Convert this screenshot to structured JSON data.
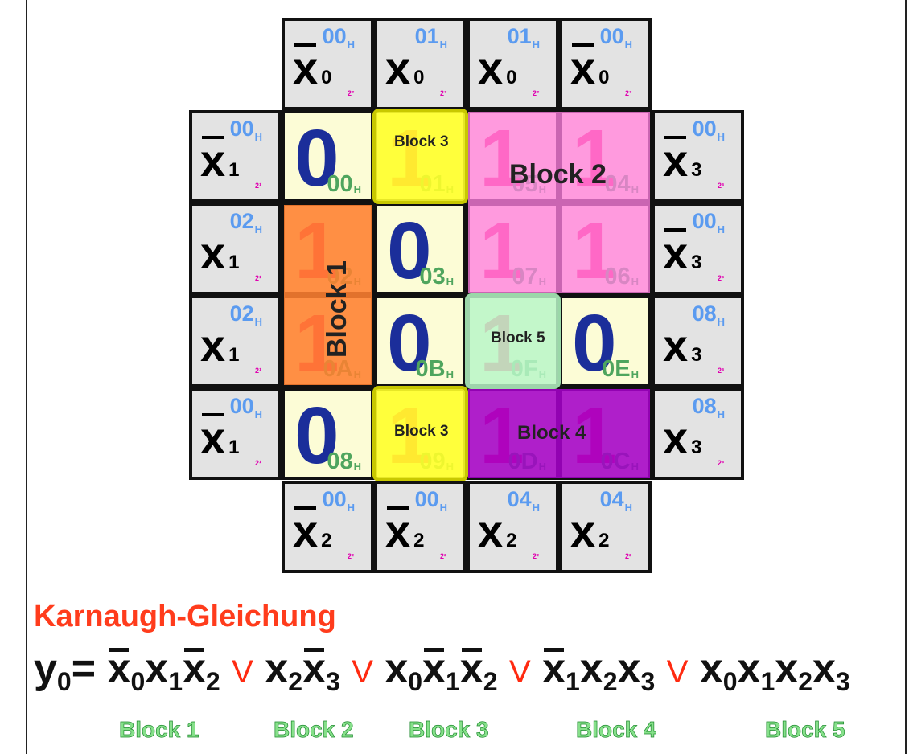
{
  "top_labels": [
    {
      "var": "x",
      "sub": "0",
      "bar": true,
      "idx": "00",
      "h": "H",
      "pw": "2°"
    },
    {
      "var": "x",
      "sub": "0",
      "bar": false,
      "idx": "01",
      "h": "H",
      "pw": "2°"
    },
    {
      "var": "x",
      "sub": "0",
      "bar": false,
      "idx": "01",
      "h": "H",
      "pw": "2°"
    },
    {
      "var": "x",
      "sub": "0",
      "bar": true,
      "idx": "00",
      "h": "H",
      "pw": "2°"
    }
  ],
  "left_labels": [
    {
      "var": "x",
      "sub": "1",
      "bar": true,
      "idx": "00",
      "h": "H",
      "pw": "2¹"
    },
    {
      "var": "x",
      "sub": "1",
      "bar": false,
      "idx": "02",
      "h": "H",
      "pw": "2¹"
    },
    {
      "var": "x",
      "sub": "1",
      "bar": false,
      "idx": "02",
      "h": "H",
      "pw": "2¹"
    },
    {
      "var": "x",
      "sub": "1",
      "bar": true,
      "idx": "00",
      "h": "H",
      "pw": "2¹"
    }
  ],
  "right_labels": [
    {
      "var": "x",
      "sub": "3",
      "bar": true,
      "idx": "00",
      "h": "H",
      "pw": "2³"
    },
    {
      "var": "x",
      "sub": "3",
      "bar": true,
      "idx": "00",
      "h": "H",
      "pw": "2³"
    },
    {
      "var": "x",
      "sub": "3",
      "bar": false,
      "idx": "08",
      "h": "H",
      "pw": "2³"
    },
    {
      "var": "x",
      "sub": "3",
      "bar": false,
      "idx": "08",
      "h": "H",
      "pw": "2³"
    }
  ],
  "bottom_labels": [
    {
      "var": "x",
      "sub": "2",
      "bar": true,
      "idx": "00",
      "h": "H",
      "pw": "2²"
    },
    {
      "var": "x",
      "sub": "2",
      "bar": true,
      "idx": "00",
      "h": "H",
      "pw": "2²"
    },
    {
      "var": "x",
      "sub": "2",
      "bar": false,
      "idx": "04",
      "h": "H",
      "pw": "2²"
    },
    {
      "var": "x",
      "sub": "2",
      "bar": false,
      "idx": "04",
      "h": "H",
      "pw": "2²"
    }
  ],
  "grid": [
    [
      {
        "v": "0",
        "idx": "00",
        "h": "H"
      },
      {
        "v": "1",
        "idx": "01",
        "h": "H"
      },
      {
        "v": "1",
        "idx": "05",
        "h": "H"
      },
      {
        "v": "1",
        "idx": "04",
        "h": "H"
      }
    ],
    [
      {
        "v": "1",
        "idx": "02",
        "h": "H"
      },
      {
        "v": "0",
        "idx": "03",
        "h": "H"
      },
      {
        "v": "1",
        "idx": "07",
        "h": "H"
      },
      {
        "v": "1",
        "idx": "06",
        "h": "H"
      }
    ],
    [
      {
        "v": "1",
        "idx": "0A",
        "h": "H"
      },
      {
        "v": "0",
        "idx": "0B",
        "h": "H"
      },
      {
        "v": "1",
        "idx": "0F",
        "h": "H"
      },
      {
        "v": "0",
        "idx": "0E",
        "h": "H"
      }
    ],
    [
      {
        "v": "0",
        "idx": "08",
        "h": "H"
      },
      {
        "v": "1",
        "idx": "09",
        "h": "H"
      },
      {
        "v": "1",
        "idx": "0D",
        "h": "H"
      },
      {
        "v": "1",
        "idx": "0C",
        "h": "H"
      }
    ]
  ],
  "blocks": {
    "b1": "Block 1",
    "b2": "Block 2",
    "b3a": "Block 3",
    "b3b": "Block 3",
    "b4": "Block 4",
    "b5": "Block 5"
  },
  "block_colors": {
    "b1": "#ff7f30",
    "b2": "#ff7ee0",
    "b3": "#ffff2a",
    "b4": "#a400c8",
    "b5": "#b8f6c8"
  },
  "equation": {
    "title": "Karnaugh-Gleichung",
    "lhs": "y",
    "lhs_sub": "0",
    "eq": "=",
    "or": "V",
    "terms": [
      [
        {
          "v": "x",
          "s": "0",
          "bar": true
        },
        {
          "v": "x",
          "s": "1",
          "bar": false
        },
        {
          "v": "x",
          "s": "2",
          "bar": true
        }
      ],
      [
        {
          "v": "x",
          "s": "2",
          "bar": false
        },
        {
          "v": "x",
          "s": "3",
          "bar": true
        }
      ],
      [
        {
          "v": "x",
          "s": "0",
          "bar": false
        },
        {
          "v": "x",
          "s": "1",
          "bar": true
        },
        {
          "v": "x",
          "s": "2",
          "bar": true
        }
      ],
      [
        {
          "v": "x",
          "s": "1",
          "bar": true
        },
        {
          "v": "x",
          "s": "2",
          "bar": false
        },
        {
          "v": "x",
          "s": "3",
          "bar": false
        }
      ],
      [
        {
          "v": "x",
          "s": "0",
          "bar": false
        },
        {
          "v": "x",
          "s": "1",
          "bar": false
        },
        {
          "v": "x",
          "s": "2",
          "bar": false
        },
        {
          "v": "x",
          "s": "3",
          "bar": false
        }
      ]
    ],
    "labels": [
      "Block 1",
      "Block 2",
      "Block 3",
      "Block 4",
      "Block 5"
    ]
  }
}
